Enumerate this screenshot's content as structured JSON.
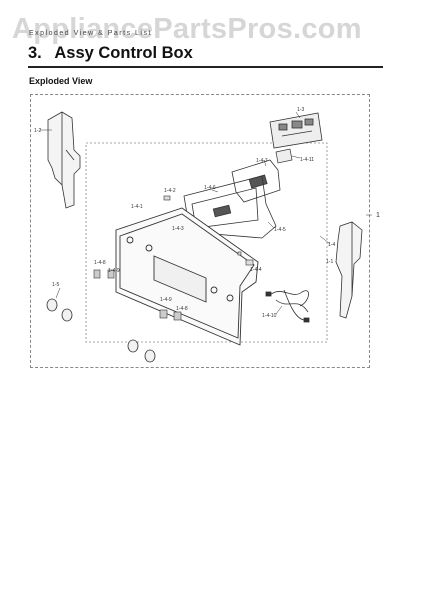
{
  "watermark": "AppliancePartsPros.com",
  "header_small": "Exploded View & Parts List",
  "section": {
    "number": "3.",
    "title": "Assy Control Box"
  },
  "subheading": "Exploded View",
  "callouts": {
    "c1_2": "1-2",
    "c1_3": "1-3",
    "c1_4_11": "1-4-11",
    "c1_4_7": "1-4-7",
    "c1_4_6": "1-4-6",
    "c1_4_2": "1-4-2",
    "c1_4_1": "1-4-1",
    "c1_4_3": "1-4-3",
    "c1_4_5": "1-4-5",
    "c1_4": "1-4",
    "c1": "1",
    "c1_1": "1-1",
    "c1_4_8": "1-4-8",
    "c1_4_9a": "1-4-9",
    "c1_4_4": "1-4-4",
    "c1_5": "1-5",
    "c1_4_9b": "1-4-9",
    "c1_4_8b": "1-4-8",
    "c1_4_10": "1-4-10"
  }
}
